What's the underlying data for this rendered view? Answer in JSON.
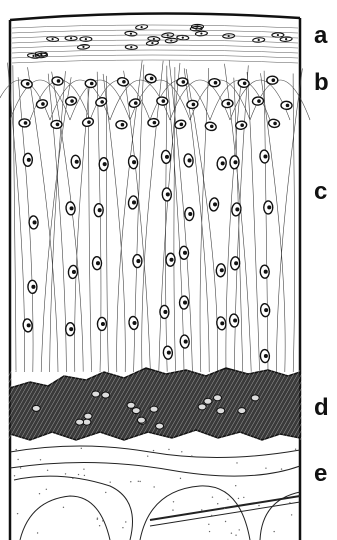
{
  "labels": {
    "a": "a",
    "b": "b",
    "c": "c",
    "d": "d",
    "e": "e"
  },
  "colors": {
    "ink": "#111111",
    "paper": "#ffffff",
    "calcified": "#3a3a3a"
  }
}
